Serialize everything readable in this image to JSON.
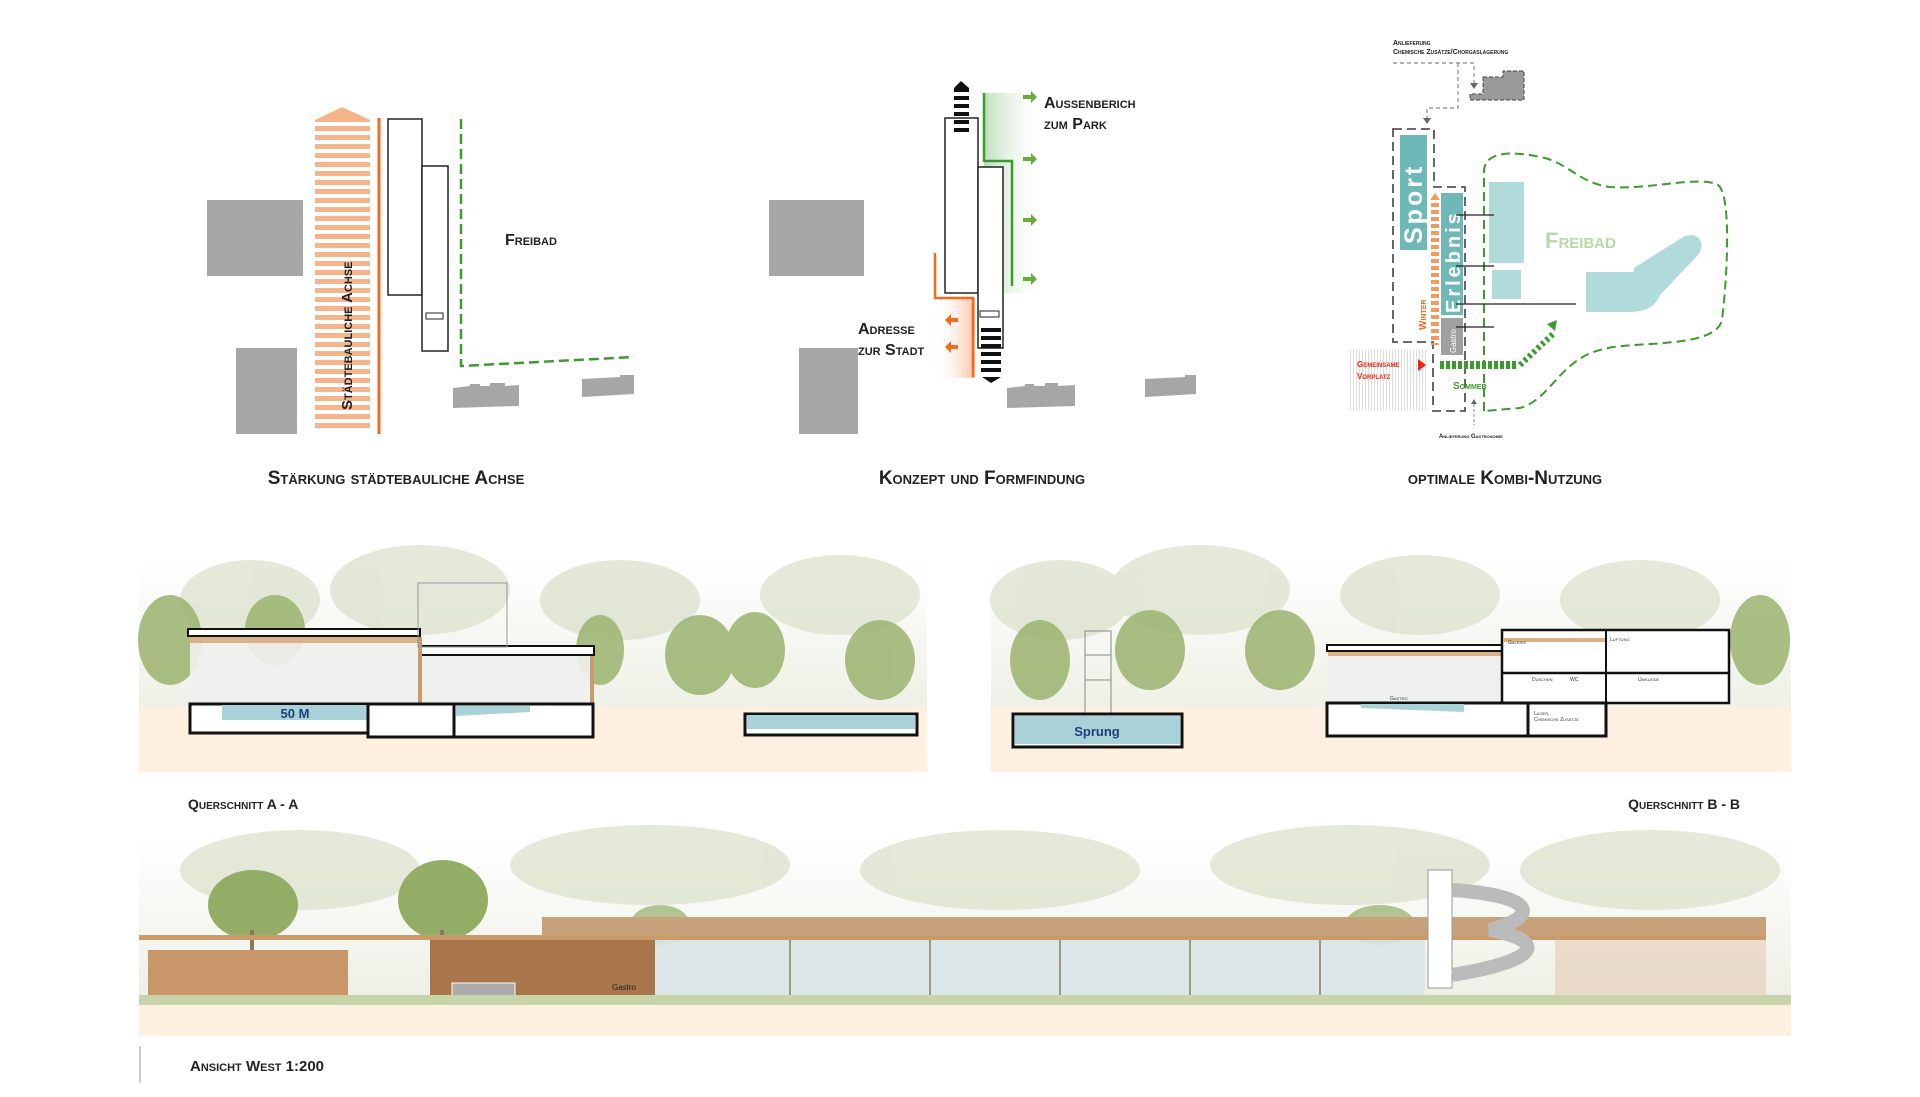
{
  "diagrams": [
    {
      "title": "Stärkung städtebauliche Achse",
      "axis_label": "Städtebauliche Achse",
      "freibad_label": "Freibad"
    },
    {
      "title": "Konzept und Formfindung",
      "park_label_line1": "Aussenberich",
      "park_label_line2": "zum Park",
      "city_label_line1": "Adresse",
      "city_label_line2": "zur Stadt"
    },
    {
      "title": "optimale Kombi-Nutzung",
      "delivery_top_line1": "Anlieferung",
      "delivery_top_line2": "Chemische Zusätze/Chorgaslagerung",
      "sport": "Sport",
      "erlebnis": "Erlebnis",
      "gastro": "Gastro",
      "winter": "Winter",
      "sommer": "Sommer",
      "freibad": "Freibad",
      "vorplatz_line1": "Gemeinsame",
      "vorplatz_line2": "Vorplatz",
      "delivery_bottom": "Anlieferung Gastronomie"
    }
  ],
  "sections": {
    "a": {
      "label": "Querschnitt A - A",
      "pool_label": "50 M"
    },
    "b": {
      "label": "Querschnitt B - B",
      "pool_label": "Sprung",
      "rooms": {
        "galerie": "Galerie",
        "lueftung": "Lüftung",
        "duschen": "Duschen",
        "wc": "WC",
        "umkleide": "Umkleide",
        "lager_line1": "Lager,",
        "lager_line2": "Chemische Zusätze",
        "gastro": "Gastro"
      }
    }
  },
  "elevation": {
    "label": "Ansicht West 1:200",
    "gastro_sign": "Gastro"
  },
  "colors": {
    "orange": "#f4a97a",
    "orange_line": "#f26a1b",
    "green": "#3c9a2e",
    "teal": "#72bcbc",
    "teal_light": "#b1dada",
    "gray": "#a0a0a0",
    "ground": "#fdf0e1",
    "wood": "#c99a6a"
  }
}
